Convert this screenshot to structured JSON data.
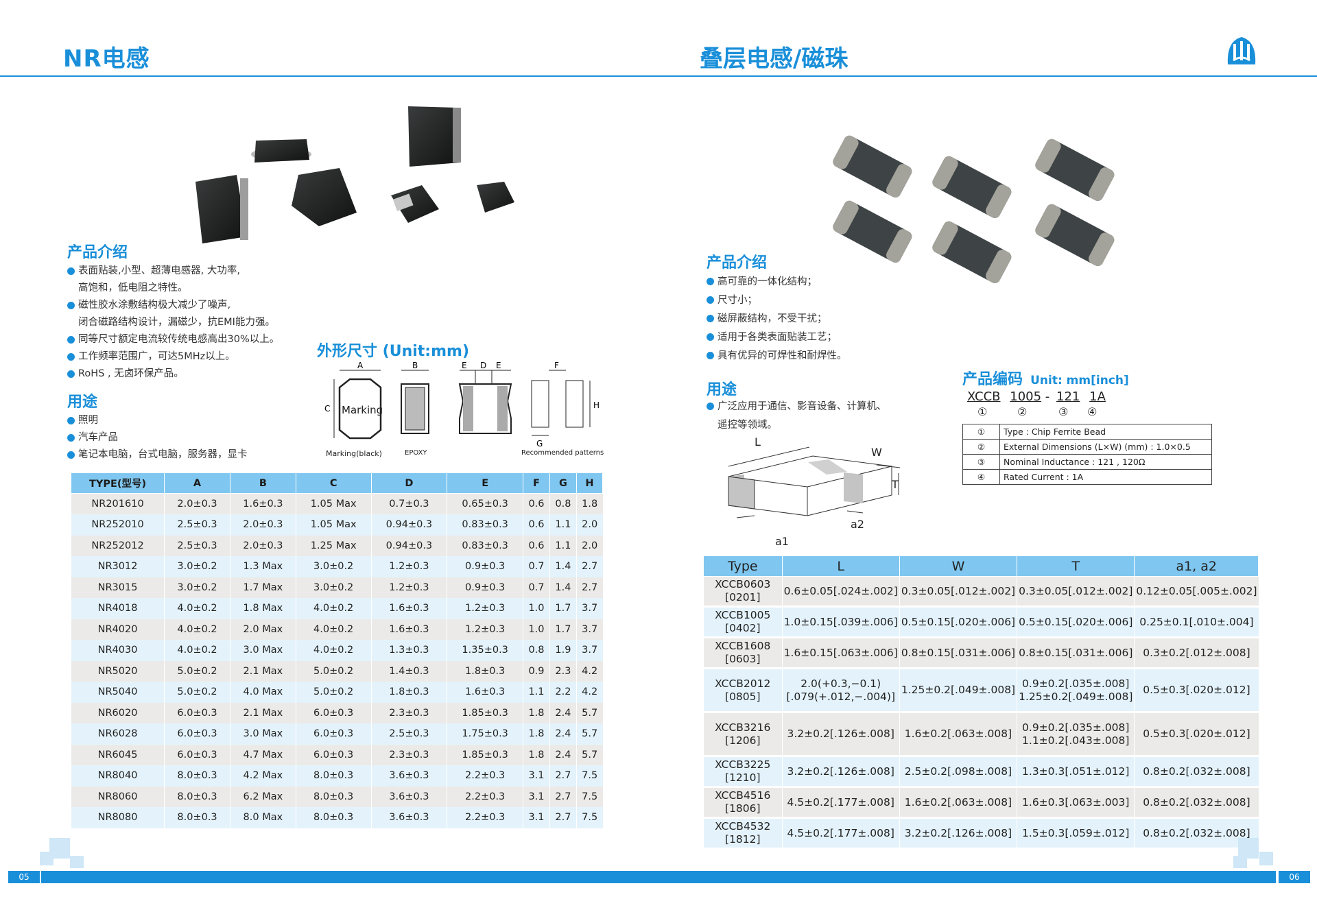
{
  "left": {
    "title": "NR电感",
    "intro_heading": "产品介绍",
    "intro_items": [
      {
        "text": "表面贴装,小型、超薄电感器, 大功率,",
        "cont": false
      },
      {
        "text": "高饱和，低电阻之特性。",
        "cont": true
      },
      {
        "text": "磁性胶水涂敷结构极大减少了噪声,",
        "cont": false
      },
      {
        "text": "闭合磁路结构设计，漏磁少，抗EMI能力强。",
        "cont": true
      },
      {
        "text": "同等尺寸额定电流较传统电感高出30%以上。",
        "cont": false
      },
      {
        "text": "工作频率范围广，可达5MHz以上。",
        "cont": false
      },
      {
        "text": "RoHS , 无卤环保产品。",
        "cont": false
      }
    ],
    "use_heading": "用途",
    "use_items": [
      "照明",
      "汽车产品",
      "笔记本电脑，台式电脑，服务器，显卡"
    ],
    "dim_heading": "外形尺寸 (Unit:mm)",
    "dim_labels": {
      "a": "A",
      "b": "B",
      "c": "C",
      "d": "D",
      "e": "E",
      "f": "F",
      "g": "G",
      "h": "H",
      "marking": "Marking",
      "marking_caption": "Marking(black)",
      "epoxy": "EPOXY",
      "recommended": "Recommended patterns"
    },
    "table": {
      "headers": [
        "TYPE(型号)",
        "A",
        "B",
        "C",
        "D",
        "E",
        "F",
        "G",
        "H"
      ],
      "rows": [
        [
          "NR201610",
          "2.0±0.3",
          "1.6±0.3",
          "1.05 Max",
          "0.7±0.3",
          "0.65±0.3",
          "0.6",
          "0.8",
          "1.8"
        ],
        [
          "NR252010",
          "2.5±0.3",
          "2.0±0.3",
          "1.05 Max",
          "0.94±0.3",
          "0.83±0.3",
          "0.6",
          "1.1",
          "2.0"
        ],
        [
          "NR252012",
          "2.5±0.3",
          "2.0±0.3",
          "1.25 Max",
          "0.94±0.3",
          "0.83±0.3",
          "0.6",
          "1.1",
          "2.0"
        ],
        [
          "NR3012",
          "3.0±0.2",
          "1.3 Max",
          "3.0±0.2",
          "1.2±0.3",
          "0.9±0.3",
          "0.7",
          "1.4",
          "2.7"
        ],
        [
          "NR3015",
          "3.0±0.2",
          "1.7 Max",
          "3.0±0.2",
          "1.2±0.3",
          "0.9±0.3",
          "0.7",
          "1.4",
          "2.7"
        ],
        [
          "NR4018",
          "4.0±0.2",
          "1.8 Max",
          "4.0±0.2",
          "1.6±0.3",
          "1.2±0.3",
          "1.0",
          "1.7",
          "3.7"
        ],
        [
          "NR4020",
          "4.0±0.2",
          "2.0 Max",
          "4.0±0.2",
          "1.6±0.3",
          "1.2±0.3",
          "1.0",
          "1.7",
          "3.7"
        ],
        [
          "NR4030",
          "4.0±0.2",
          "3.0 Max",
          "4.0±0.2",
          "1.3±0.3",
          "1.35±0.3",
          "0.8",
          "1.9",
          "3.7"
        ],
        [
          "NR5020",
          "5.0±0.2",
          "2.1 Max",
          "5.0±0.2",
          "1.4±0.3",
          "1.8±0.3",
          "0.9",
          "2.3",
          "4.2"
        ],
        [
          "NR5040",
          "5.0±0.2",
          "4.0 Max",
          "5.0±0.2",
          "1.8±0.3",
          "1.6±0.3",
          "1.1",
          "2.2",
          "4.2"
        ],
        [
          "NR6020",
          "6.0±0.3",
          "2.1 Max",
          "6.0±0.3",
          "2.3±0.3",
          "1.85±0.3",
          "1.8",
          "2.4",
          "5.7"
        ],
        [
          "NR6028",
          "6.0±0.3",
          "3.0 Max",
          "6.0±0.3",
          "2.5±0.3",
          "1.75±0.3",
          "1.8",
          "2.4",
          "5.7"
        ],
        [
          "NR6045",
          "6.0±0.3",
          "4.7 Max",
          "6.0±0.3",
          "2.3±0.3",
          "1.85±0.3",
          "1.8",
          "2.4",
          "5.7"
        ],
        [
          "NR8040",
          "8.0±0.3",
          "4.2 Max",
          "8.0±0.3",
          "3.6±0.3",
          "2.2±0.3",
          "3.1",
          "2.7",
          "7.5"
        ],
        [
          "NR8060",
          "8.0±0.3",
          "6.2 Max",
          "8.0±0.3",
          "3.6±0.3",
          "2.2±0.3",
          "3.1",
          "2.7",
          "7.5"
        ],
        [
          "NR8080",
          "8.0±0.3",
          "8.0 Max",
          "8.0±0.3",
          "3.6±0.3",
          "2.2±0.3",
          "3.1",
          "2.7",
          "7.5"
        ]
      ]
    },
    "page_num": "05"
  },
  "right": {
    "title": "叠层电感/磁珠",
    "intro_heading": "产品介绍",
    "intro_items": [
      "高可靠的一体化结构；",
      "尺寸小；",
      "磁屏蔽结构，不受干扰；",
      "适用于各类表面贴装工艺；",
      "具有优异的可焊性和耐焊性。"
    ],
    "use_heading": "用途",
    "use_items": [
      {
        "text": "广泛应用于通信、影音设备、计算机、",
        "cont": false
      },
      {
        "text": "遥控等领域。",
        "cont": true
      }
    ],
    "code_heading": "产品编码",
    "code_unit": "Unit: mm[inch]",
    "code_parts": [
      "XCCB",
      "1005",
      "-",
      "121",
      "1A"
    ],
    "code_nums": [
      "①",
      "②",
      "③",
      "④"
    ],
    "code_rows": [
      [
        "①",
        "Type : Chip Ferrite Bead"
      ],
      [
        "②",
        "External Dimensions (L×W) (mm) : 1.0×0.5"
      ],
      [
        "③",
        "Nominal Inductance : 121 , 120Ω"
      ],
      [
        "④",
        "Rated Current : 1A"
      ]
    ],
    "dim_labels": {
      "l": "L",
      "w": "W",
      "t": "T",
      "a1": "a1",
      "a2": "a2"
    },
    "table": {
      "headers": [
        "Type",
        "L",
        "W",
        "T",
        "a1, a2"
      ],
      "rows": [
        [
          "XCCB0603 [0201]",
          "0.6±0.05[.024±.002]",
          "0.3±0.05[.012±.002]",
          "0.3±0.05[.012±.002]",
          "0.12±0.05[.005±.002]"
        ],
        [
          "XCCB1005 [0402]",
          "1.0±0.15[.039±.006]",
          "0.5±0.15[.020±.006]",
          "0.5±0.15[.020±.006]",
          "0.25±0.1[.010±.004]"
        ],
        [
          "XCCB1608 [0603]",
          "1.6±0.15[.063±.006]",
          "0.8±0.15[.031±.006]",
          "0.8±0.15[.031±.006]",
          "0.3±0.2[.012±.008]"
        ],
        [
          "XCCB2012 [0805]",
          "2.0(+0.3,−0.1)\n[.079(+.012,−.004)]",
          "1.25±0.2[.049±.008]",
          "0.9±0.2[.035±.008]\n1.25±0.2[.049±.008]",
          "0.5±0.3[.020±.012]"
        ],
        [
          "XCCB3216 [1206]",
          "3.2±0.2[.126±.008]",
          "1.6±0.2[.063±.008]",
          "0.9±0.2[.035±.008]\n1.1±0.2[.043±.008]",
          "0.5±0.3[.020±.012]"
        ],
        [
          "XCCB3225 [1210]",
          "3.2±0.2[.126±.008]",
          "2.5±0.2[.098±.008]",
          "1.3±0.3[.051±.012]",
          "0.8±0.2[.032±.008]"
        ],
        [
          "XCCB4516 [1806]",
          "4.5±0.2[.177±.008]",
          "1.6±0.2[.063±.008]",
          "1.6±0.3[.063±.003]",
          "0.8±0.2[.032±.008]"
        ],
        [
          "XCCB4532 [1812]",
          "4.5±0.2[.177±.008]",
          "3.2±0.2[.126±.008]",
          "1.5±0.3[.059±.012]",
          "0.8±0.2[.032±.008]"
        ]
      ]
    },
    "page_num": "06"
  },
  "colors": {
    "accent": "#1a8fd9",
    "header_fill": "#7fc7f0",
    "row_gray": "#ebeae8",
    "row_blue": "#e4f3fb"
  }
}
